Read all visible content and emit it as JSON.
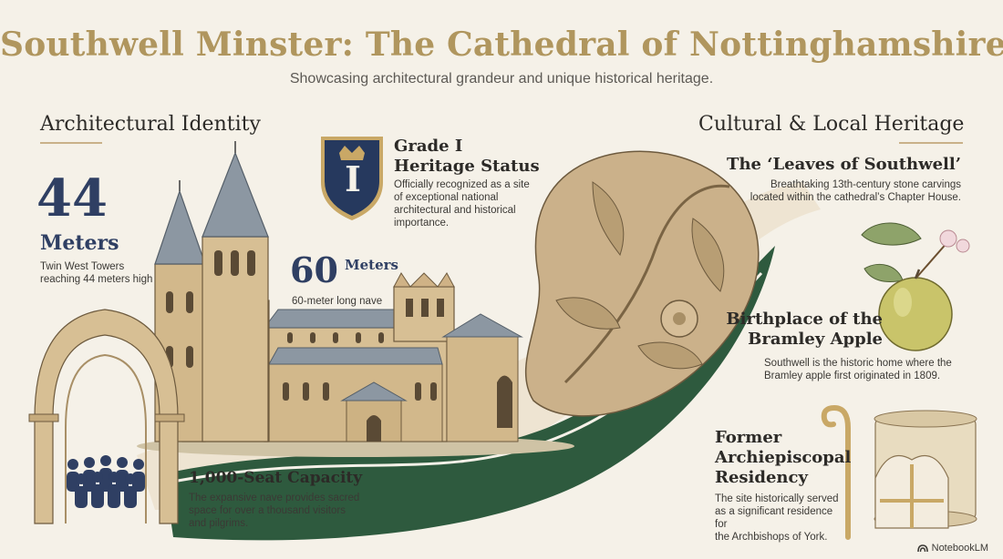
{
  "title": "Southwell Minster: The Cathedral of Nottinghamshire",
  "subtitle": "Showcasing architectural grandeur and unique historical heritage.",
  "left_section": {
    "heading": "Architectural Identity",
    "towers": {
      "number": "44",
      "unit": "Meters",
      "description_lines": [
        "Twin West Towers",
        "reaching 44 meters high"
      ]
    },
    "nave": {
      "number": "60",
      "unit": "Meters",
      "description": "60-meter long nave"
    },
    "heritage": {
      "badge_letter": "I",
      "title_lines": [
        "Grade I",
        "Heritage Status"
      ],
      "description_lines": [
        "Officially recognized as a site",
        "of exceptional national",
        "architectural and historical",
        "importance."
      ]
    },
    "capacity": {
      "title": "1,000-Seat Capacity",
      "description_lines": [
        "The expansive nave provides sacred",
        "space for over a thousand visitors",
        "and pilgrims."
      ]
    }
  },
  "right_section": {
    "heading": "Cultural & Local Heritage",
    "leaves": {
      "title": "The ‘Leaves of Southwell’",
      "description_lines": [
        "Breathtaking 13th-century stone carvings",
        "located within the cathedral’s Chapter House."
      ]
    },
    "apple": {
      "title_lines": [
        "Birthplace of the",
        "Bramley Apple"
      ],
      "description_lines": [
        "Southwell is the historic home where the",
        "Bramley apple first originated in 1809."
      ]
    },
    "residency": {
      "title_lines": [
        "Former",
        "Archiepiscopal",
        "Residency"
      ],
      "description_lines": [
        "The site historically served",
        "as a significant residence for",
        "the Archbishops of York."
      ]
    }
  },
  "footer": {
    "brand": "NotebookLM"
  },
  "colors": {
    "title_gold": "#b0965e",
    "navy": "#2f3f63",
    "stone": "#d7bf94",
    "roof": "#8c97a2",
    "green": "#2e5a3e",
    "rule": "#c9b189"
  }
}
